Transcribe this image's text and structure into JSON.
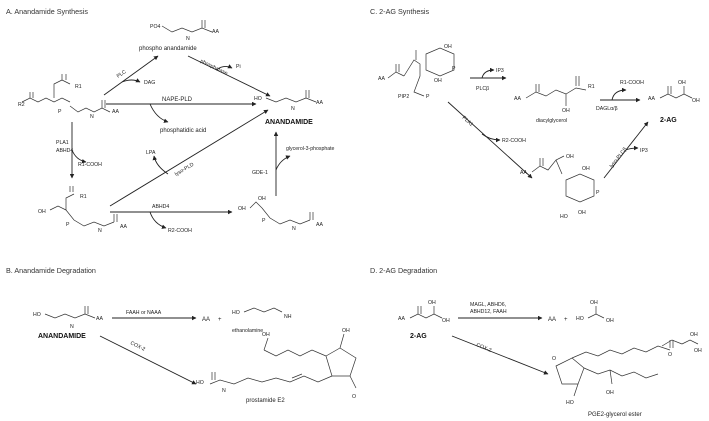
{
  "panels": {
    "a": {
      "title": "A. Anandamide Synthesis",
      "nape_pld": "NAPE-PLD",
      "phosphatidic_acid": "phosphatidic acid",
      "anandamide": "ANANDAMIDE",
      "phospho_anandamide": "phospho anandamide",
      "plc": "PLC",
      "dag": "DAG",
      "phosphatase": "phosphatase",
      "pi": "Pi",
      "pla1": "PLA1",
      "abhd4_left": "ABHD4",
      "r1_cooh": "R1-COOH",
      "lpa": "LPA",
      "lyso_pld": "lyso-PLD",
      "abhd4_bottom": "ABHD4",
      "r2_cooh": "R2-COOH",
      "gde1": "GDE-1",
      "g3p": "glycerol-3-phosphate",
      "po4": "PO4"
    },
    "b": {
      "title": "B. Anandamide Degradation",
      "anandamide": "ANANDAMIDE",
      "enzymes": "FAAH or NAAA",
      "aa": "AA",
      "plus": "+",
      "ethanolamine": "ethanolamine",
      "cox2": "COX-2",
      "prostamide": "prostamide E2"
    },
    "c": {
      "title": "C. 2-AG Synthesis",
      "pip2": "PIP2",
      "plcb": "PLCβ",
      "ip3_top": "IP3",
      "diacylglycerol": "diacylglycerol",
      "dagl": "DAGLα/β",
      "r1_cooh": "R1-COOH",
      "two_ag": "2-AG",
      "pla1": "PLA1",
      "r2_cooh": "R2-COOH",
      "lyso_plcb": "lyso-PLCβ",
      "ip3_bottom": "IP3"
    },
    "d": {
      "title": "D. 2-AG Degradation",
      "two_ag": "2-AG",
      "enzymes_line1": "MAGL, ABHD6,",
      "enzymes_line2": "ABHD12, FAAH",
      "aa": "AA",
      "plus": "+",
      "cox2": "COX-2",
      "pge2": "PGE2-glycerol ester"
    }
  }
}
